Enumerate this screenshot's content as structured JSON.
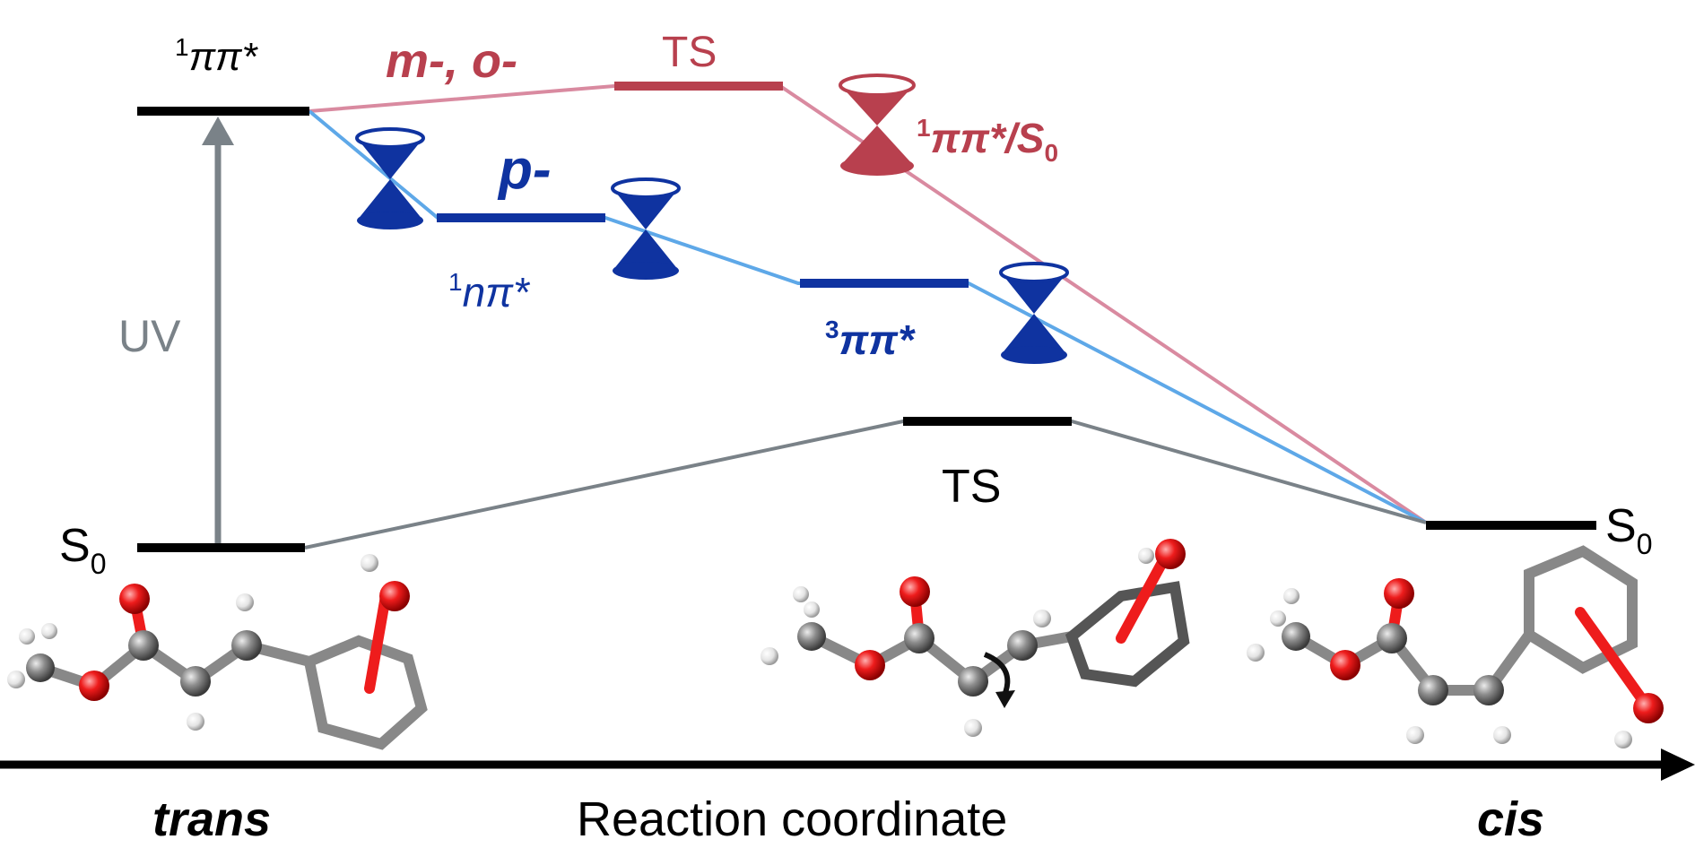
{
  "labels": {
    "s1_top": "ππ*",
    "s1_top_sup": "1",
    "meta_ortho": "m-, o-",
    "ts_upper": "TS",
    "ci_red": "ππ*/S",
    "ci_red_sup": "1",
    "ci_red_sub": "0",
    "para": "p-",
    "n_pi": "nπ*",
    "n_pi_sup": "1",
    "triplet": "ππ*",
    "triplet_sup": "3",
    "uv": "UV",
    "s0_left": "S",
    "s0_left_sub": "0",
    "s0_right": "S",
    "s0_right_sub": "0",
    "ts_ground": "TS",
    "trans": "trans",
    "cis": "cis",
    "axis": "Reaction coordinate"
  },
  "colors": {
    "black": "#000000",
    "gray": "#7a8288",
    "red": "#b8404e",
    "pink": "#d98aa0",
    "blue": "#0f33a0",
    "light_blue": "#5ea8e8",
    "oxygen": "#ee1c1c",
    "carbon": "#8a8a8a",
    "hydrogen": "#e6e6e6"
  },
  "molecules": [
    {
      "name": "trans-molecule"
    },
    {
      "name": "ts-molecule"
    },
    {
      "name": "cis-molecule"
    }
  ]
}
